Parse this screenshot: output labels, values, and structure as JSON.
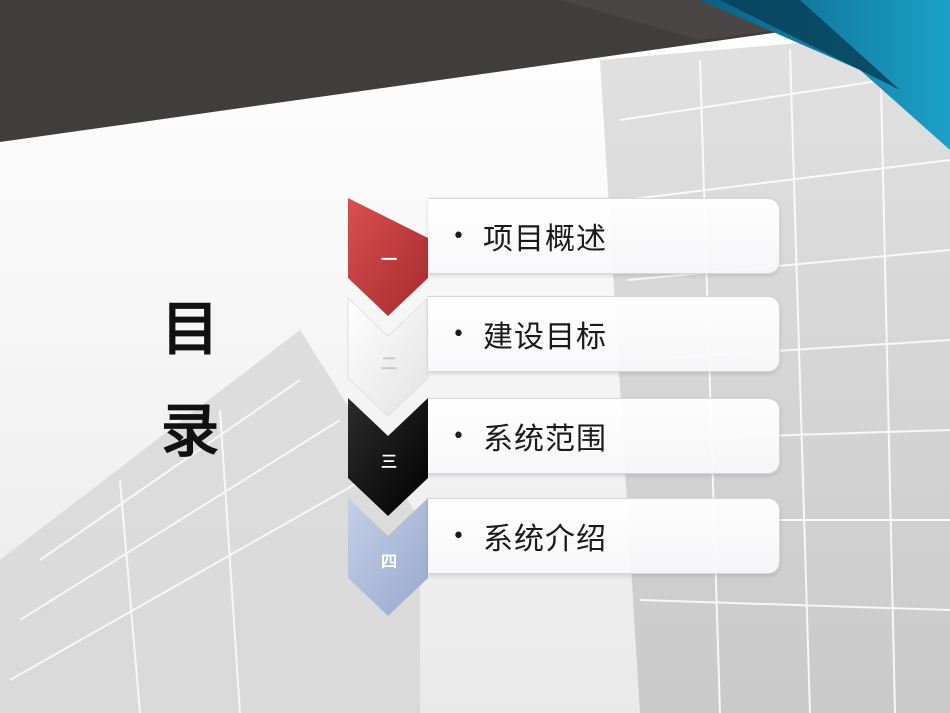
{
  "title": {
    "line1": "目",
    "line2": "录"
  },
  "items": [
    {
      "number": "一",
      "label": "项目概述",
      "color": "#c8383a"
    },
    {
      "number": "二",
      "label": "建设目标",
      "color": "#ffffff"
    },
    {
      "number": "三",
      "label": "系统范围",
      "color": "#141414"
    },
    {
      "number": "四",
      "label": "系统介绍",
      "color": "#a9b8d6"
    }
  ],
  "bullet_glyph": "•",
  "icons": {
    "chevron": "chevron-down-icon"
  }
}
